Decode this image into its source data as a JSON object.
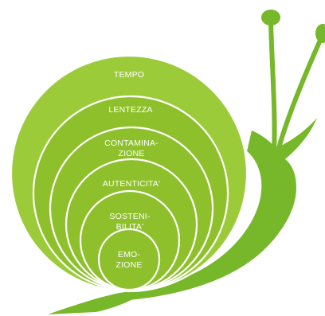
{
  "colors": {
    "outer_fill": "#9ccb3a",
    "inner_fill": "#8ec02c",
    "ring_stroke": "#ffffff",
    "shadow": "#7aa823",
    "snail_body": "#76b82a"
  },
  "levels": [
    {
      "lines": [
        "TEMPO"
      ]
    },
    {
      "lines": [
        "LENTEZZA"
      ]
    },
    {
      "lines": [
        "CONTAMINA-",
        "ZIONE"
      ]
    },
    {
      "lines": [
        "AUTENTICITA'"
      ]
    },
    {
      "lines": [
        "SOSTENI-",
        "BILITA'"
      ]
    },
    {
      "lines": [
        "EMO-",
        "ZIONE"
      ]
    }
  ]
}
